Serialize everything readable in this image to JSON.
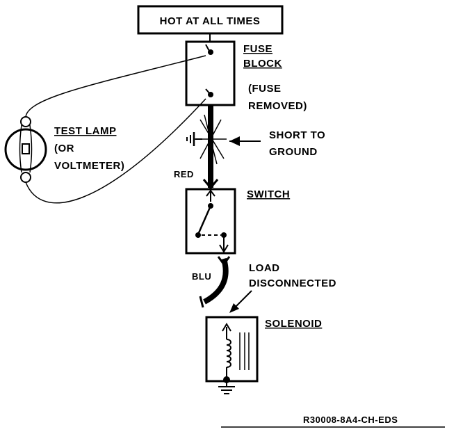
{
  "labels": {
    "header": "HOT AT ALL TIMES",
    "fuse_block_line1": "FUSE",
    "fuse_block_line2": "BLOCK",
    "fuse_removed_line1": "(FUSE",
    "fuse_removed_line2": "REMOVED)",
    "test_lamp_line1": "TEST LAMP",
    "test_lamp_line2": "(OR",
    "test_lamp_line3": "VOLTMETER)",
    "short_line1": "SHORT TO",
    "short_line2": "GROUND",
    "red_wire": "RED",
    "switch": "SWITCH",
    "blu_wire": "BLU",
    "load_line1": "LOAD",
    "load_line2": "DISCONNECTED",
    "solenoid": "SOLENOID",
    "figure_code": "R30008-8A4-CH-EDS"
  },
  "icons": [
    "test-lamp-icon",
    "ground-symbol-icon",
    "switch-contact-icon",
    "solenoid-coil-icon",
    "short-star-icon",
    "arrow-icon"
  ]
}
